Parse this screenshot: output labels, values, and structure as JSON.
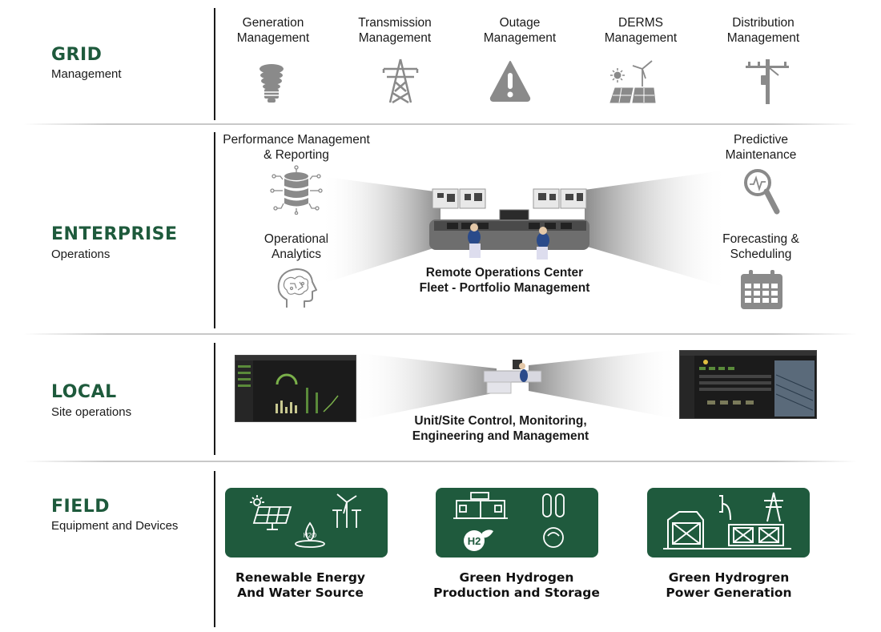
{
  "tiers": {
    "grid": {
      "title": "GRID",
      "subtitle": "Management"
    },
    "enterprise": {
      "title": "ENTERPRISE",
      "subtitle": "Operations"
    },
    "local": {
      "title": "LOCAL",
      "subtitle": "Site operations"
    },
    "field": {
      "title": "FIELD",
      "subtitle": "Equipment and Devices"
    }
  },
  "grid_items": [
    {
      "line1": "Generation",
      "line2": "Management",
      "icon": "light-bulb-icon"
    },
    {
      "line1": "Transmission",
      "line2": "Management",
      "icon": "transmission-tower-icon"
    },
    {
      "line1": "Outage",
      "line2": "Management",
      "icon": "warning-icon"
    },
    {
      "line1": "DERMS",
      "line2": "Management",
      "icon": "solar-wind-icon"
    },
    {
      "line1": "Distribution",
      "line2": "Management",
      "icon": "utility-pole-icon"
    }
  ],
  "enterprise": {
    "performance": {
      "line1": "Performance Management",
      "line2": "& Reporting",
      "icon": "database-icon"
    },
    "analytics": {
      "line1": "Operational",
      "line2": "Analytics",
      "icon": "brain-icon"
    },
    "predictive": {
      "line1": "Predictive",
      "line2": "Maintenance",
      "icon": "magnifier-icon"
    },
    "forecasting": {
      "line1": "Forecasting &",
      "line2": "Scheduling",
      "icon": "calendar-icon"
    },
    "center": {
      "line1": "Remote Operations Center",
      "line2": "Fleet - Portfolio Management"
    }
  },
  "local": {
    "line1": "Unit/Site Control, Monitoring,",
    "line2": "Engineering and Management"
  },
  "field": [
    {
      "line1": "Renewable Energy",
      "line2": "And Water Source",
      "h2o": "H2O"
    },
    {
      "line1": "Green Hydrogen",
      "line2": "Production and Storage",
      "h2": "H2"
    },
    {
      "line1": "Green Hydrogren",
      "line2": "Power Generation"
    }
  ],
  "colors": {
    "brand_green": "#1e5a3c",
    "icon_gray": "#8a8a8a"
  }
}
